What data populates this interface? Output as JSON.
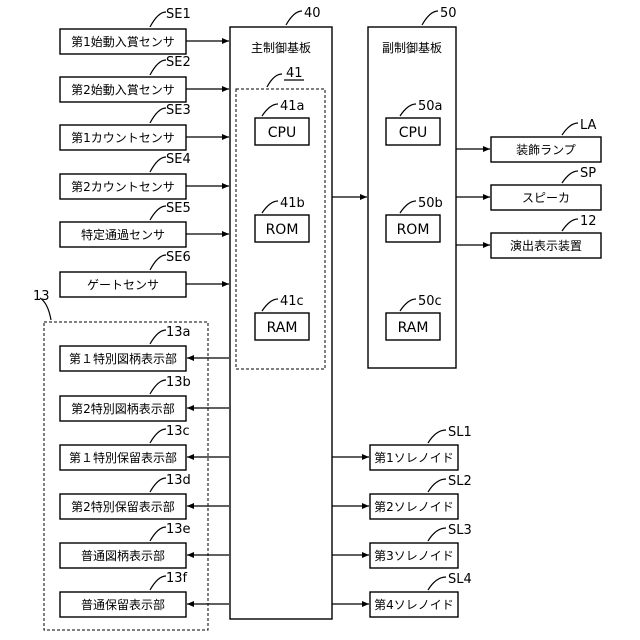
{
  "inputs": [
    {
      "label": "第1始動入賞センサ",
      "ref": "SE1"
    },
    {
      "label": "第2始動入賞センサ",
      "ref": "SE2"
    },
    {
      "label": "第1カウントセンサ",
      "ref": "SE3"
    },
    {
      "label": "第2カウントセンサ",
      "ref": "SE4"
    },
    {
      "label": "特定通過センサ",
      "ref": "SE5"
    },
    {
      "label": "ゲートセンサ",
      "ref": "SE6"
    }
  ],
  "display_group": {
    "ref": "13",
    "items": [
      {
        "label": "第１特別図柄表示部",
        "ref": "13a"
      },
      {
        "label": "第2特別図柄表示部",
        "ref": "13b"
      },
      {
        "label": "第１特別保留表示部",
        "ref": "13c"
      },
      {
        "label": "第2特別保留表示部",
        "ref": "13d"
      },
      {
        "label": "普通図柄表示部",
        "ref": "13e"
      },
      {
        "label": "普通保留表示部",
        "ref": "13f"
      }
    ]
  },
  "main_board": {
    "title": "主制御基板",
    "ref": "40",
    "inner_ref": "41",
    "chips": [
      {
        "label": "CPU",
        "ref": "41a"
      },
      {
        "label": "ROM",
        "ref": "41b"
      },
      {
        "label": "RAM",
        "ref": "41c"
      }
    ]
  },
  "sub_board": {
    "title": "副制御基板",
    "ref": "50",
    "chips": [
      {
        "label": "CPU",
        "ref": "50a"
      },
      {
        "label": "ROM",
        "ref": "50b"
      },
      {
        "label": "RAM",
        "ref": "50c"
      }
    ]
  },
  "outputs": [
    {
      "label": "装飾ランプ",
      "ref": "LA"
    },
    {
      "label": "スピーカ",
      "ref": "SP"
    },
    {
      "label": "演出表示装置",
      "ref": "12"
    }
  ],
  "solenoids": [
    {
      "label": "第1ソレノイド",
      "ref": "SL1"
    },
    {
      "label": "第2ソレノイド",
      "ref": "SL2"
    },
    {
      "label": "第3ソレノイド",
      "ref": "SL3"
    },
    {
      "label": "第4ソレノイド",
      "ref": "SL4"
    }
  ]
}
